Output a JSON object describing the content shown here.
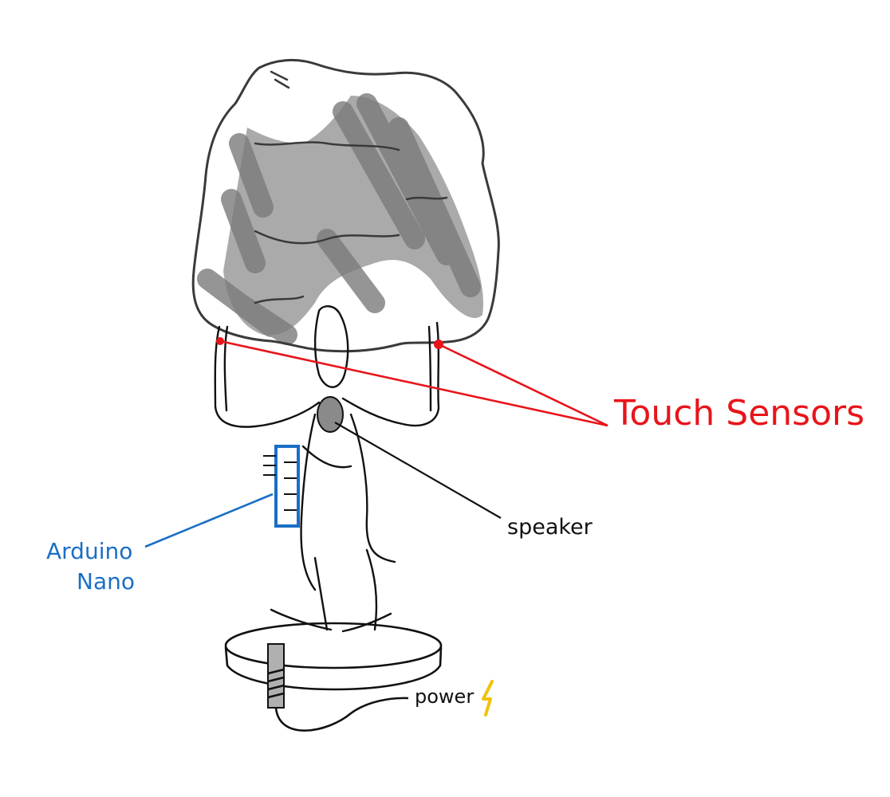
{
  "labels": {
    "touch_sensors": "Touch Sensors",
    "speaker": "speaker",
    "arduino_line1": "Arduino",
    "arduino_line2": "Nano",
    "power": "power"
  },
  "colors": {
    "touch_sensors": "#e8141a",
    "arduino": "#1a6fc4",
    "speaker": "#111111",
    "power": "#111111",
    "power_bolt": "#f2c20a",
    "rock_fill": "#8e8e8e",
    "outline": "#3a3a3a"
  },
  "icons": {
    "power_bolt": "lightning-bolt-icon"
  }
}
